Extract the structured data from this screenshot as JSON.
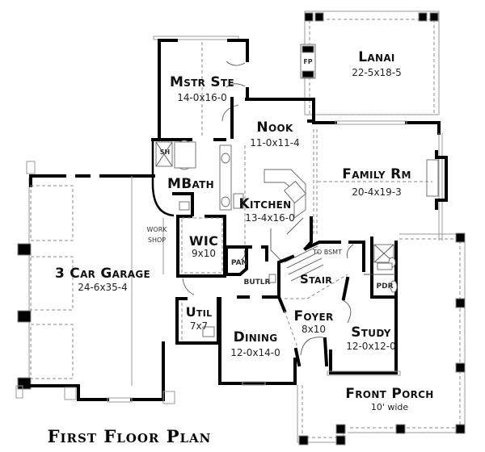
{
  "plan": {
    "title": "First Floor Plan"
  },
  "rooms": {
    "mstr_ste": {
      "name": "Mstr Ste",
      "dims": "14-0x16-0"
    },
    "lanai": {
      "name": "Lanai",
      "dims": "22-5x18-5"
    },
    "nook": {
      "name": "Nook",
      "dims": "11-0x11-4"
    },
    "family_rm": {
      "name": "Family Rm",
      "dims": "20-4x19-3"
    },
    "mbath": {
      "name": "MBath",
      "dims": ""
    },
    "kitchen": {
      "name": "Kitchen",
      "dims": "13-4x16-0"
    },
    "garage": {
      "name": "3 Car Garage",
      "dims": "24-6x35-4"
    },
    "wic": {
      "name": "WIC",
      "dims": "9x10"
    },
    "util": {
      "name": "Util",
      "dims": "7x7"
    },
    "dining": {
      "name": "Dining",
      "dims": "12-0x14-0"
    },
    "foyer": {
      "name": "Foyer",
      "dims": "8x10"
    },
    "study": {
      "name": "Study",
      "dims": "12-0x12-0"
    },
    "front_porch": {
      "name": "Front Porch",
      "dims": "10' wide"
    },
    "stair": {
      "name": "Stair",
      "dims": ""
    }
  },
  "labels": {
    "fp": "FP",
    "sh": "SH",
    "work_shop_line1": "WORK",
    "work_shop_line2": "SHOP",
    "pan": "PAN",
    "butlr": "BUTLR",
    "to_bsmt": "TO BSMT",
    "pdr": "PDR"
  }
}
